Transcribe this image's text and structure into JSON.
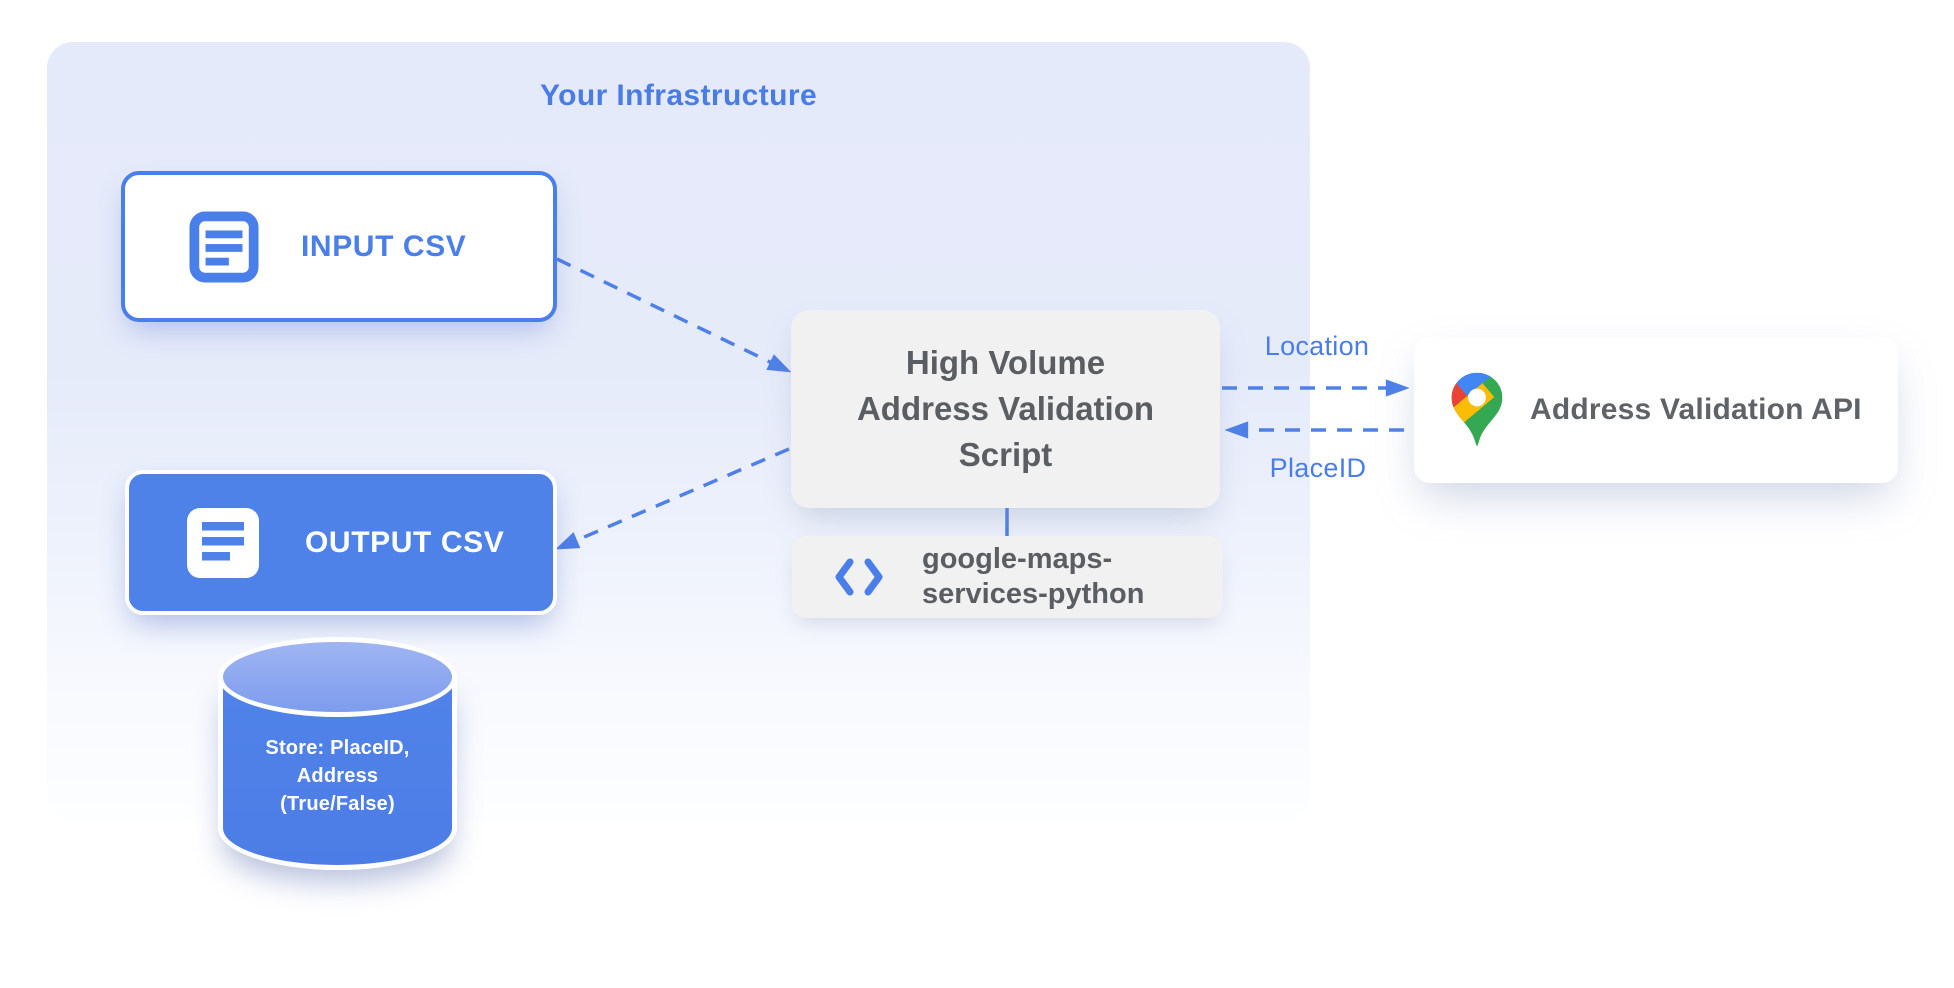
{
  "diagram": {
    "infrastructure_label": "Your Infrastructure",
    "nodes": {
      "input_csv": {
        "label": "INPUT CSV",
        "icon": "document-icon"
      },
      "output_csv": {
        "label": "OUTPUT CSV",
        "icon": "document-icon"
      },
      "datastore": {
        "lines": [
          "Store: PlaceID,",
          "Address",
          "(True/False)"
        ]
      },
      "script": {
        "lines": [
          "High Volume",
          "Address Validation",
          "Script"
        ]
      },
      "library": {
        "lines": [
          "google-maps-",
          "services-python"
        ],
        "icon": "code-icon"
      },
      "api": {
        "label": "Address Validation API",
        "icon": "google-maps-pin-icon"
      }
    },
    "edge_labels": {
      "request": "Location",
      "response": "PlaceID"
    },
    "colors": {
      "primary_blue": "#4A7EE8",
      "container_fill": "#E5EAFA",
      "node_blue_fill": "#4E82E9",
      "node_gray_fill": "#F1F1F2",
      "gray_text": "#5A5D61",
      "api_text": "#5F6368",
      "cylinder_top": "#8FA9EF",
      "pin_red": "#EA4335",
      "pin_blue": "#4285F4",
      "pin_yellow": "#FBBC04",
      "pin_green": "#34A853"
    }
  }
}
